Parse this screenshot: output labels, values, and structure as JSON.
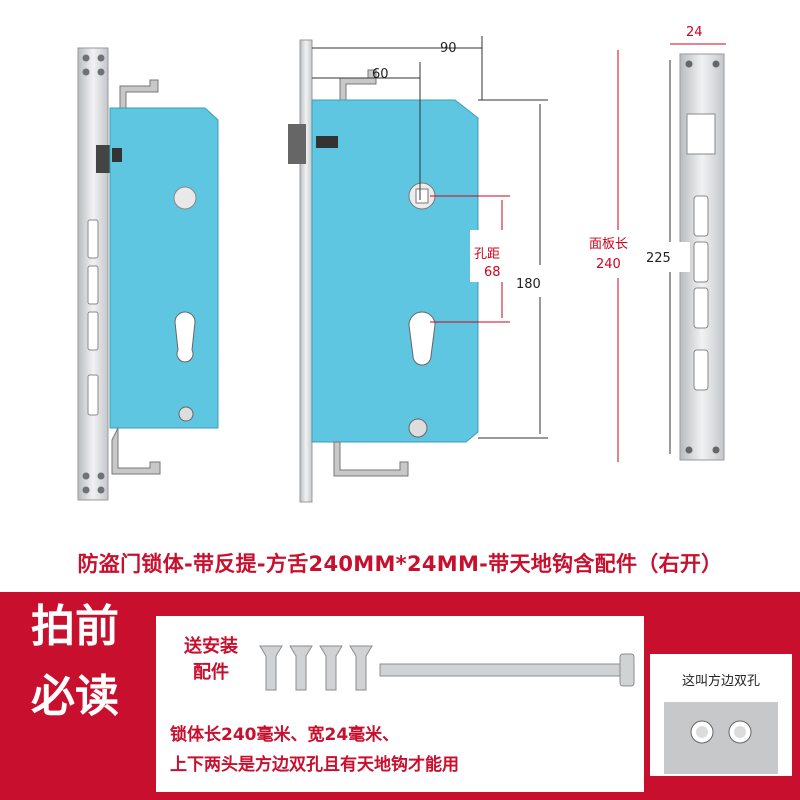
{
  "image": {
    "title": "防盗门锁体-带反提-方舌240MM*24MM-带天地钩含配件（右开）",
    "dimensions": {
      "width_top": "90",
      "offset_top": "60",
      "hole_spacing_label": "孔距",
      "hole_spacing_value": "68",
      "body_height": "180",
      "faceplate_width": "24",
      "faceplate_length_label": "面板长",
      "faceplate_length_value": "240",
      "hole_span": "225"
    },
    "banner": {
      "must_read_line1": "拍前",
      "must_read_line2": "必读",
      "accessory_line1": "送安装",
      "accessory_line2": "配件",
      "desc_line1": "锁体长240毫米、宽24毫米、",
      "desc_line2": "上下两头是方边双孔且有天地钩才能用",
      "side_caption": "这叫方边双孔"
    },
    "colors": {
      "accent_red": "#c8102e",
      "lock_body": "#5ec6e0",
      "steel": "#d9dbdd"
    }
  }
}
